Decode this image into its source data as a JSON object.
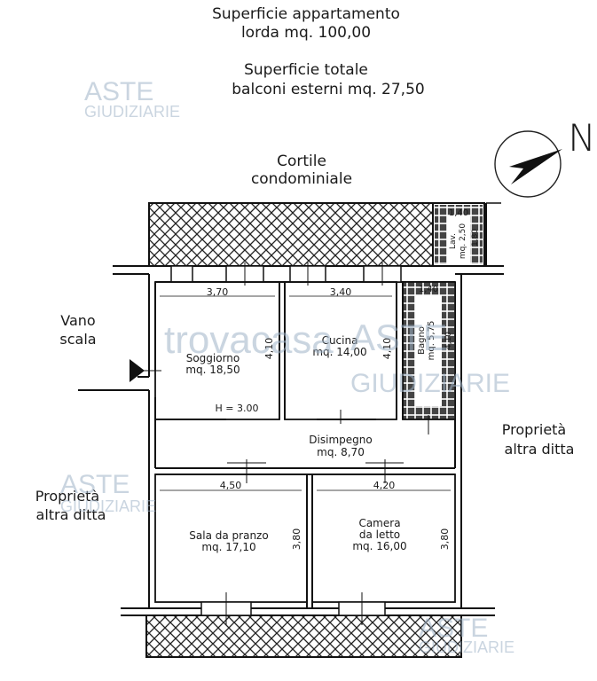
{
  "header": {
    "surface_line1": "Superficie appartamento",
    "surface_line2": "lorda mq. 100,00",
    "balcony_line1": "Superficie totale",
    "balcony_line2": "balconi esterni mq. 27,50"
  },
  "compass": {
    "letter": "N"
  },
  "surroundings": {
    "courtyard_line1": "Cortile",
    "courtyard_line2": "condominiale",
    "stair_line1": "Vano",
    "stair_line2": "scala",
    "prop_right_line1": "Proprietà",
    "prop_right_line2": "altra ditta",
    "prop_left_line1": "Proprietà",
    "prop_left_line2": "altra ditta"
  },
  "rooms": {
    "soggiorno": {
      "name": "Soggiorno",
      "area": "mq. 18,50",
      "height": "H = 3.00",
      "dim_w": "3,70",
      "dim_h": "4,10"
    },
    "cucina": {
      "name": "Cucina",
      "area": "mq. 14,00",
      "dim_w": "3,40",
      "dim_h": "4,10"
    },
    "bagno": {
      "name": "Bagno",
      "area": "mq. 5,75",
      "dim_w": "1,40",
      "dim_h": "4,10"
    },
    "lavanderia": {
      "name": "Lav.",
      "area": "mq. 2,50",
      "dim_w": "1,40",
      "dim_h": "1,80"
    },
    "disimpegno": {
      "name": "Disimpegno",
      "area": "mq. 8,70"
    },
    "sala": {
      "name": "Sala da pranzo",
      "area": "mq. 17,10",
      "dim_w": "4,50",
      "dim_h": "3,80"
    },
    "camera_line1": "Camera",
    "camera": {
      "name": "da letto",
      "area": "mq. 16,00",
      "dim_w": "4,20",
      "dim_h": "3,80"
    }
  },
  "watermarks": {
    "aste": "ASTE",
    "giudiziarie": "GIUDIZIARIE",
    "trovacasa": "trovacasa"
  }
}
